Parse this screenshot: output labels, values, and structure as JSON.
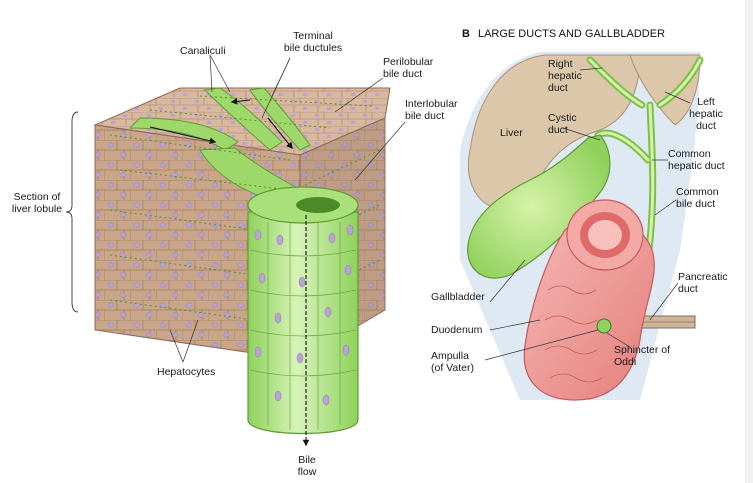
{
  "panel_b": {
    "letter": "B",
    "title": "LARGE DUCTS AND GALLBLADDER"
  },
  "labels": {
    "canaliculi": "Canaliculi",
    "terminal": [
      "Terminal",
      "bile ductules"
    ],
    "perilobular": [
      "Perilobular",
      "bile duct"
    ],
    "interlobular": [
      "Interlobular",
      "bile duct"
    ],
    "section": [
      "Section of",
      "liver lobule"
    ],
    "hepatocytes": "Hepatocytes",
    "bile_flow": [
      "Bile",
      "flow"
    ],
    "right_hepatic": [
      "Right",
      "hepatic",
      "duct"
    ],
    "cystic": [
      "Cystic",
      "duct"
    ],
    "liver": "Liver",
    "left_hepatic": [
      "Left",
      "hepatic",
      "duct"
    ],
    "common_hepatic": [
      "Common",
      "hepatic duct"
    ],
    "common_bile": [
      "Common",
      "bile duct"
    ],
    "pancreatic": [
      "Pancreatic",
      "duct"
    ],
    "gallbladder": "Gallbladder",
    "duodenum": "Duodenum",
    "ampulla": [
      "Ampulla",
      "(of Vater)"
    ],
    "sphincter": [
      "Sphincter of",
      "Oddi"
    ]
  },
  "colors": {
    "tissue": "#c9a58a",
    "tissue_dark": "#a8836a",
    "nucleus": "#b9a3d6",
    "duct_green": "#b5e38a",
    "duct_green_dark": "#7cc04a",
    "liver_tan": "#dcc7aa",
    "bg_blue": "#dfe9f3",
    "duodenum_red": "#f2a3a0",
    "duodenum_dark": "#d96b6b"
  }
}
